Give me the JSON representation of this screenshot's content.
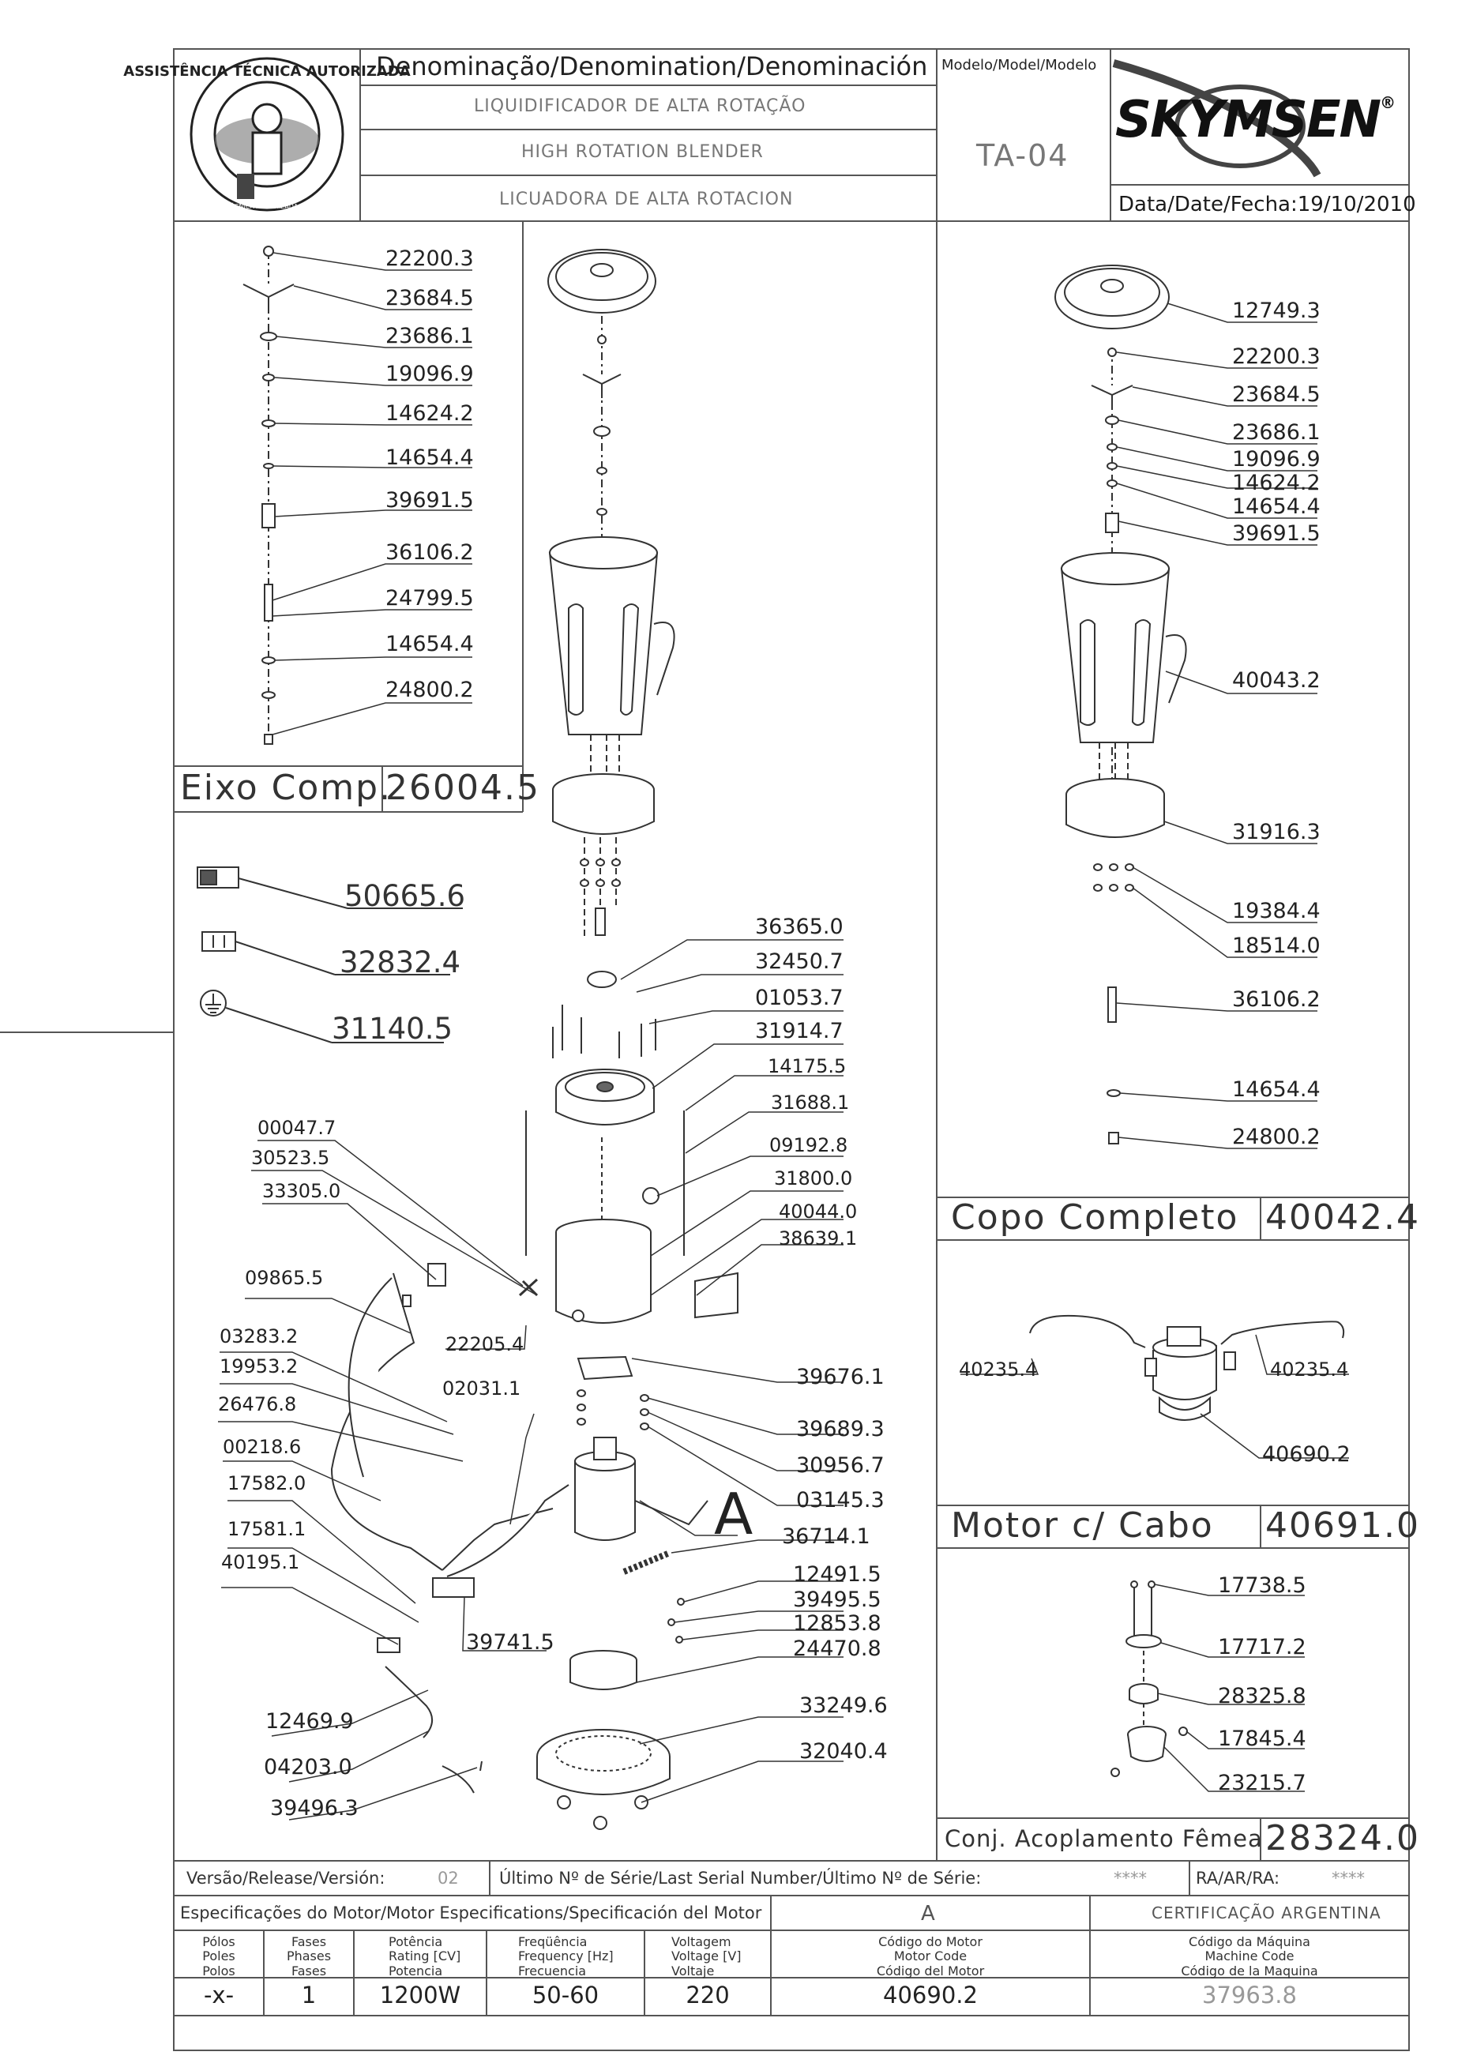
{
  "header": {
    "denomination_label": "Denominação/Denomination/Denominación",
    "name_pt": "LIQUIDIFICADOR DE ALTA ROTAÇÃO",
    "name_en": "HIGH ROTATION BLENDER",
    "name_es": "LICUADORA DE ALTA ROTACION",
    "model_label": "Modelo/Model/Modelo",
    "model_value": "TA-04",
    "brand": "SKYMSEN",
    "brand_mark": "®",
    "date_label": "Data/Date/Fecha:",
    "date_value": "19/10/2010",
    "logo_text": "ASSISTÊNCIA TÉCNICA AUTORIZADA"
  },
  "shaft_panel": {
    "title": "Eixo Comp.",
    "code": "26004.5",
    "parts": [
      "22200.3",
      "23684.5",
      "23686.1",
      "19096.9",
      "14624.2",
      "14654.4",
      "39691.5",
      "36106.2",
      "24799.5",
      "14654.4",
      "24800.2"
    ]
  },
  "main_parts": {
    "left": [
      "50665.6",
      "32832.4",
      "31140.5",
      "00047.7",
      "30523.5",
      "33305.0",
      "09865.5",
      "03283.2",
      "19953.2",
      "26476.8",
      "00218.6",
      "17582.0",
      "17581.1",
      "40195.1",
      "12469.9",
      "04203.0",
      "39496.3"
    ],
    "center": [
      "22205.4",
      "02031.1",
      "39741.5"
    ],
    "right": [
      "36365.0",
      "32450.7",
      "01053.7",
      "31914.7",
      "14175.5",
      "31688.1",
      "09192.8",
      "31800.0",
      "40044.0",
      "38639.1",
      "39676.1",
      "39689.3",
      "30956.7",
      "03145.3",
      "36714.1",
      "12491.5",
      "39495.5",
      "12853.8",
      "24470.8",
      "33249.6",
      "32040.4"
    ],
    "detail_letter": "A"
  },
  "cup_panel": {
    "title": "Copo Completo",
    "code": "40042.4",
    "parts": [
      "12749.3",
      "22200.3",
      "23684.5",
      "23686.1",
      "19096.9",
      "14624.2",
      "14654.4",
      "39691.5",
      "40043.2",
      "31916.3",
      "19384.4",
      "18514.0",
      "36106.2",
      "14654.4",
      "24800.2"
    ]
  },
  "motor_panel": {
    "title": "Motor c/ Cabo",
    "code": "40691.0",
    "parts": [
      "40235.4",
      "40235.4",
      "40690.2"
    ]
  },
  "coupling_panel": {
    "title": "Conj. Acoplamento Fêmea",
    "code": "28324.0",
    "parts": [
      "17738.5",
      "17717.2",
      "28325.8",
      "17845.4",
      "23215.7"
    ]
  },
  "release_row": {
    "version_label": "Versão/Release/Versión:",
    "version_value": "02",
    "serial_label": "Último Nº de Série/Last Serial Number/Último Nº de Série:",
    "serial_value": "****",
    "ra_label": "RA/AR/RA:",
    "ra_value": "****"
  },
  "spec_table": {
    "title": "Especificações do Motor/Motor Especifications/Specificación del Motor",
    "group_value": "A",
    "certification": "CERTIFICAÇÃO ARGENTINA",
    "columns": [
      {
        "label": "Pólos\nPoles\nPolos",
        "value": "-x-"
      },
      {
        "label": "Fases\nPhases\nFases",
        "value": "1"
      },
      {
        "label": "Potência\nRating [CV]\nPotencia",
        "value": "1200W"
      },
      {
        "label": "Freqüência\nFrequency [Hz]\nFrecuencia",
        "value": "50-60"
      },
      {
        "label": "Voltagem\nVoltage [V]\nVoltaje",
        "value": "220"
      },
      {
        "label": "Código do Motor\nMotor Code\nCódigo del Motor",
        "value": "40690.2"
      },
      {
        "label": "Código da Máquina\nMachine Code\nCódigo de la Maquina",
        "value": "37963.8"
      }
    ]
  }
}
